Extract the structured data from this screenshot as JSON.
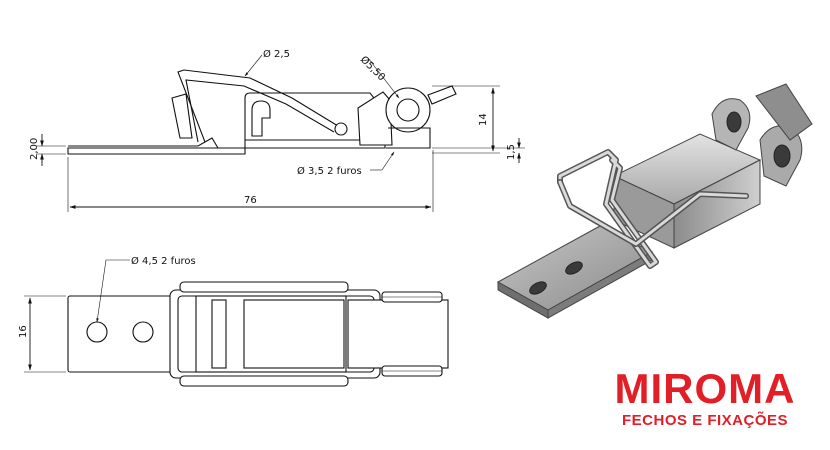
{
  "drawing": {
    "side_view": {
      "wire_dia": "Ø 2,5",
      "roller_dia": "Ø5,50",
      "hole_note": "Ø 3,5  2 furos",
      "height_total": "14",
      "base_thickness": "2,00",
      "plate_thickness": "1,5",
      "length": "76"
    },
    "top_view": {
      "hole_note": "Ø 4,5  2 furos",
      "width": "16"
    }
  },
  "brand": {
    "name": "MIROMA",
    "subtitle": "FECHOS E FIXAÇÕES",
    "color": "#e21e26"
  }
}
